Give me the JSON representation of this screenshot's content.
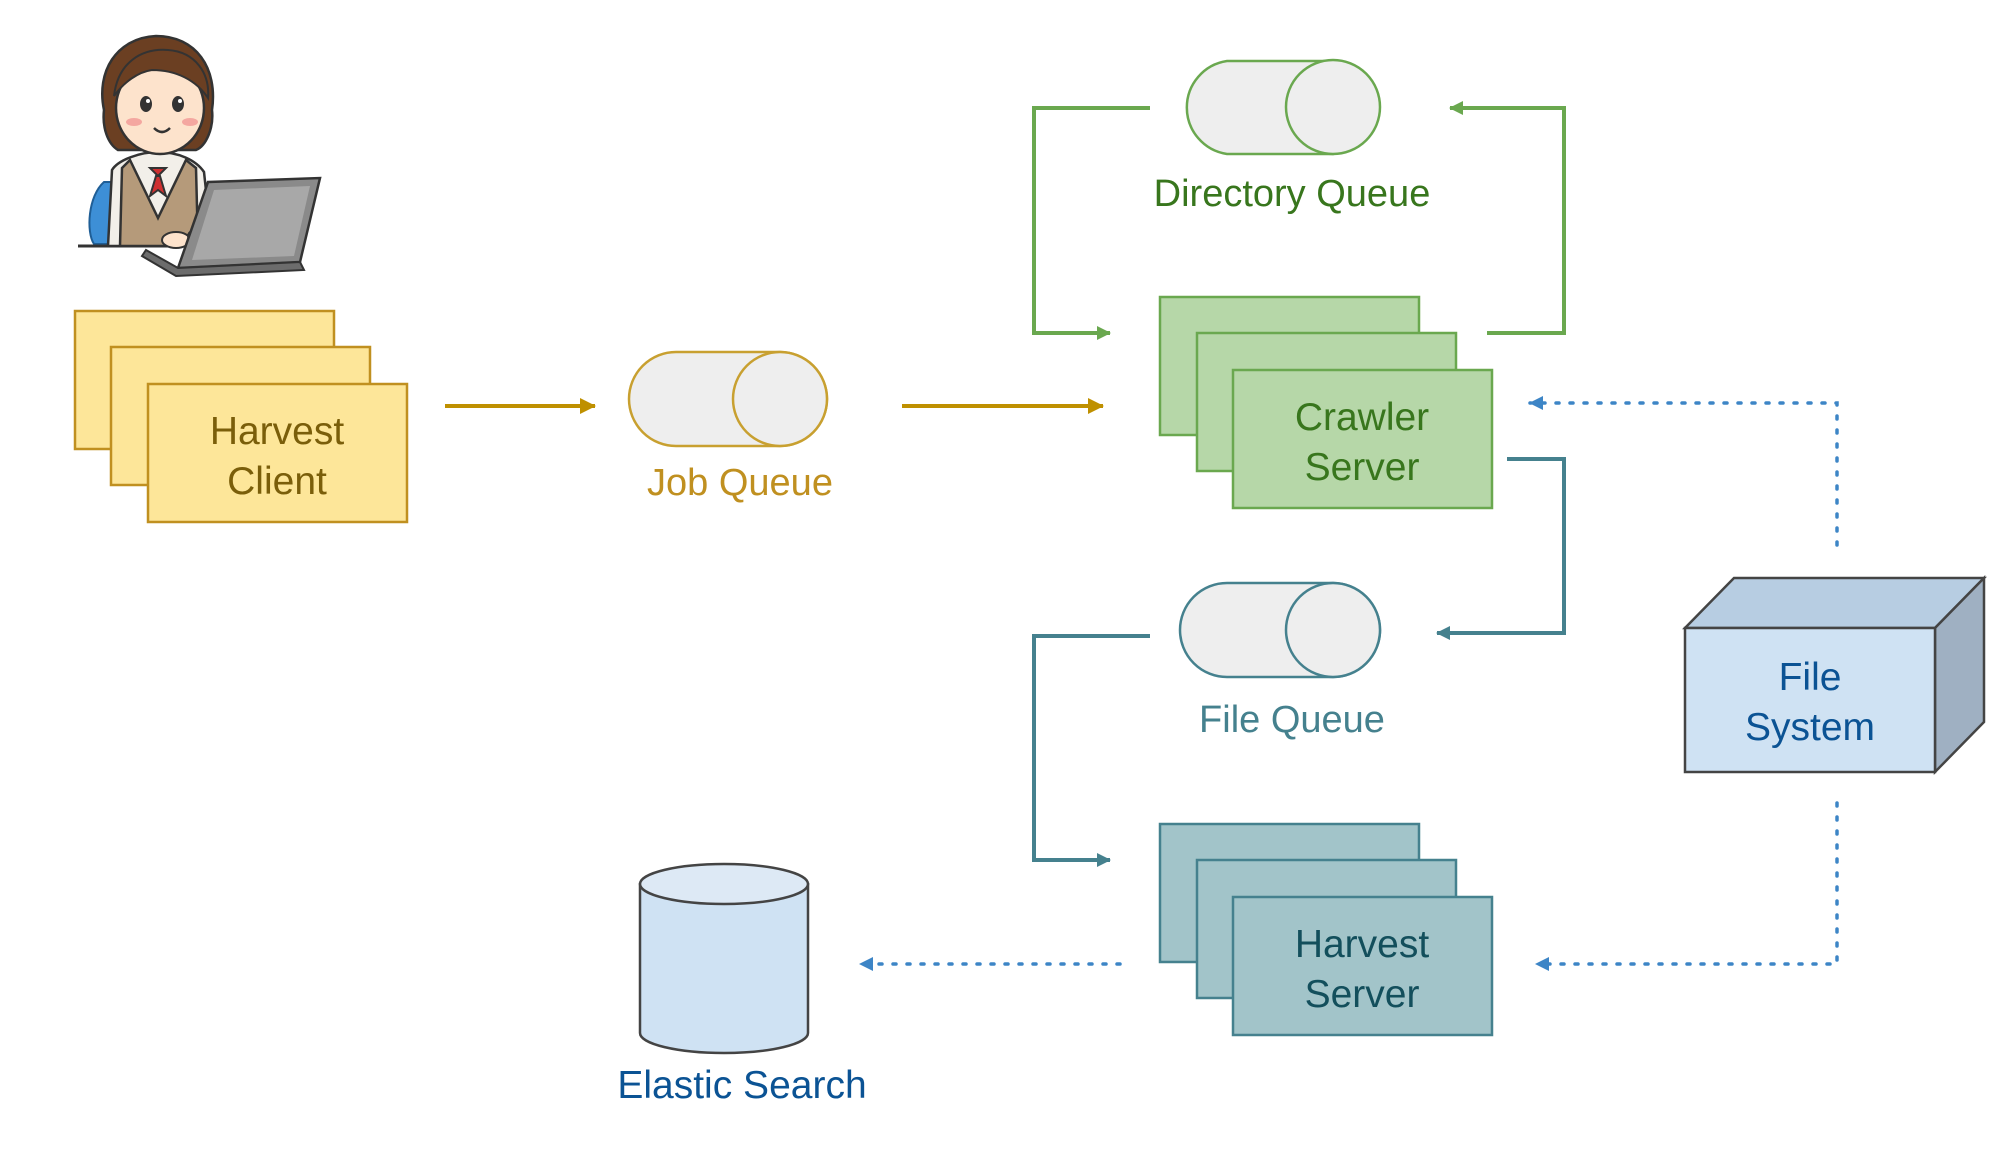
{
  "colors": {
    "harvest_client_fill": "#fde699",
    "harvest_client_stroke": "#c09020",
    "harvest_client_text": "#7a5e0a",
    "job_queue_stroke": "#c8a030",
    "job_queue_text": "#c09020",
    "job_arrow": "#bf9000",
    "directory_queue_stroke": "#6aa84f",
    "directory_queue_text": "#38761d",
    "crawler_fill": "#b6d7a8",
    "crawler_stroke": "#6aa84f",
    "crawler_text": "#38761d",
    "file_queue_stroke": "#45818e",
    "file_queue_text": "#45818e",
    "harvest_server_fill": "#a2c4c9",
    "harvest_server_stroke": "#45818e",
    "harvest_server_text": "#134f5c",
    "file_system_fill": "#cfe2f3",
    "file_system_text": "#0b5394",
    "elastic_fill": "#cfe2f3",
    "elastic_text": "#0b5394",
    "dotted_arrow": "#3d85c6",
    "queue_fill": "#eeeeee"
  },
  "icons": {
    "user": "user-at-laptop-icon"
  },
  "nodes": {
    "harvest_client": {
      "line1": "Harvest",
      "line2": "Client"
    },
    "job_queue": {
      "label": "Job Queue"
    },
    "directory_queue": {
      "label": "Directory Queue"
    },
    "crawler_server": {
      "line1": "Crawler",
      "line2": "Server"
    },
    "file_queue": {
      "label": "File Queue"
    },
    "harvest_server": {
      "line1": "Harvest",
      "line2": "Server"
    },
    "file_system": {
      "line1": "File",
      "line2": "System"
    },
    "elastic_search": {
      "label": "Elastic Search"
    }
  }
}
